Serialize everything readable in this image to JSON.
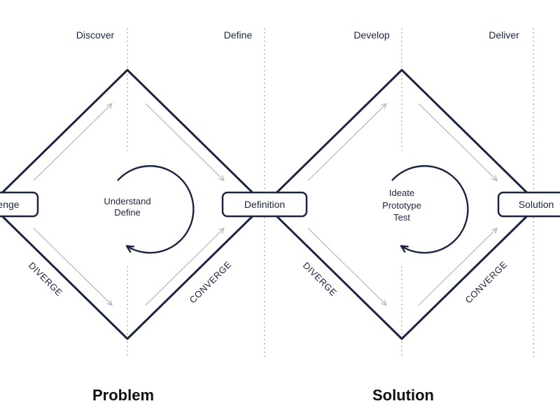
{
  "phases": [
    "Discover",
    "Define",
    "Develop",
    "Deliver"
  ],
  "nodes": {
    "start": "enge",
    "middle": "Definition",
    "end": "Solution"
  },
  "centers": {
    "problem": [
      "Understand",
      "Define"
    ],
    "solution": [
      "Ideate",
      "Prototype",
      "Test"
    ]
  },
  "edge_labels": {
    "left_diverge": "DIVERGE",
    "left_converge": "CONVERGE",
    "right_diverge": "DIVERGE",
    "right_converge": "CONVERGE"
  },
  "sections": {
    "problem": "Problem",
    "solution": "Solution"
  },
  "colors": {
    "ink": "#1b2540",
    "arrow": "#b8bcc6",
    "divider": "#9aa0ac"
  }
}
